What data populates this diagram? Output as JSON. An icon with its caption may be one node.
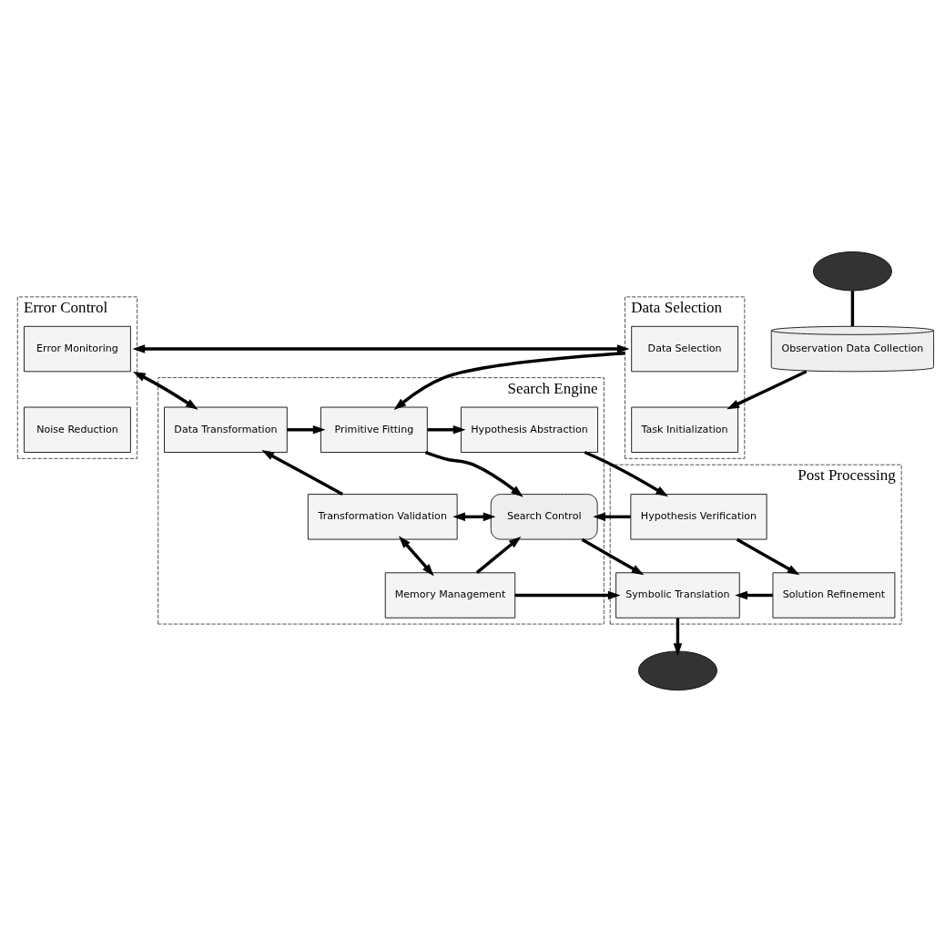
{
  "diagram": {
    "nodes": [
      {
        "text": [
          "Error Control"
        ]
      },
      {
        "text": [
          "Error Monitoring"
        ],
        "in": 0
      },
      {
        "text": [
          "Noise Reduction"
        ],
        "in": 0
      },
      {
        "text": [
          "Data Selection"
        ]
      },
      {
        "text": [
          "Data Selection"
        ],
        "in": 3
      },
      {
        "text": [
          "Task Initialization"
        ],
        "in": 3
      },
      {
        "text": [],
        "shape": "ellipse"
      },
      {
        "text": [
          "Observation Data Collection"
        ]
      },
      {
        "text": [
          "Search Engine"
        ]
      },
      {
        "text": [
          "Data Transformation"
        ],
        "in": 8
      },
      {
        "text": [
          "Primitive Fitting"
        ],
        "in": 8
      },
      {
        "text": [
          "Hypothesis Abstraction"
        ],
        "in": 8
      },
      {
        "text": [
          "Transformation Validation"
        ],
        "in": 8
      },
      {
        "text": [
          "Search Control"
        ],
        "in": 8
      },
      {
        "text": [
          "Memory Management"
        ],
        "in": 8
      },
      {
        "text": [
          "Post Processing"
        ]
      },
      {
        "text": [
          "Hypothesis Verification"
        ],
        "in": 15
      },
      {
        "text": [
          "Solution Refinement"
        ],
        "in": 15
      },
      {
        "text": [
          "Symbolic Translation"
        ],
        "in": 15
      },
      {
        "text": [],
        "shape": "ellipse"
      }
    ],
    "edges": [
      {
        "from": 6,
        "to": 7,
        "arrow": "none"
      },
      {
        "from": 7,
        "to": 5,
        "arrow": "to"
      },
      {
        "from": 0,
        "to": 3,
        "arrow": "both"
      },
      {
        "from": 0,
        "to": 9,
        "arrow": "both"
      },
      {
        "from": 3,
        "to": 10,
        "arrow": "to"
      },
      {
        "from": 9,
        "to": 10,
        "arrow": "to"
      },
      {
        "from": 10,
        "to": 11,
        "arrow": "to"
      },
      {
        "from": 10,
        "to": 13,
        "arrow": "to"
      },
      {
        "from": 11,
        "to": 16,
        "arrow": "to"
      },
      {
        "from": 16,
        "to": 13,
        "arrow": "to"
      },
      {
        "from": 12,
        "to": 13,
        "arrow": "both"
      },
      {
        "from": 12,
        "to": 9,
        "arrow": "to"
      },
      {
        "from": 12,
        "to": 14,
        "arrow": "both"
      },
      {
        "from": 14,
        "to": 13,
        "arrow": "to"
      },
      {
        "from": 13,
        "to": 18,
        "arrow": "to"
      },
      {
        "from": 16,
        "to": 17,
        "arrow": "to"
      },
      {
        "from": 17,
        "to": 18,
        "arrow": "to"
      },
      {
        "from": 14,
        "to": 18,
        "arrow": "to"
      },
      {
        "from": 18,
        "to": 19,
        "arrow": "to"
      }
    ]
  }
}
